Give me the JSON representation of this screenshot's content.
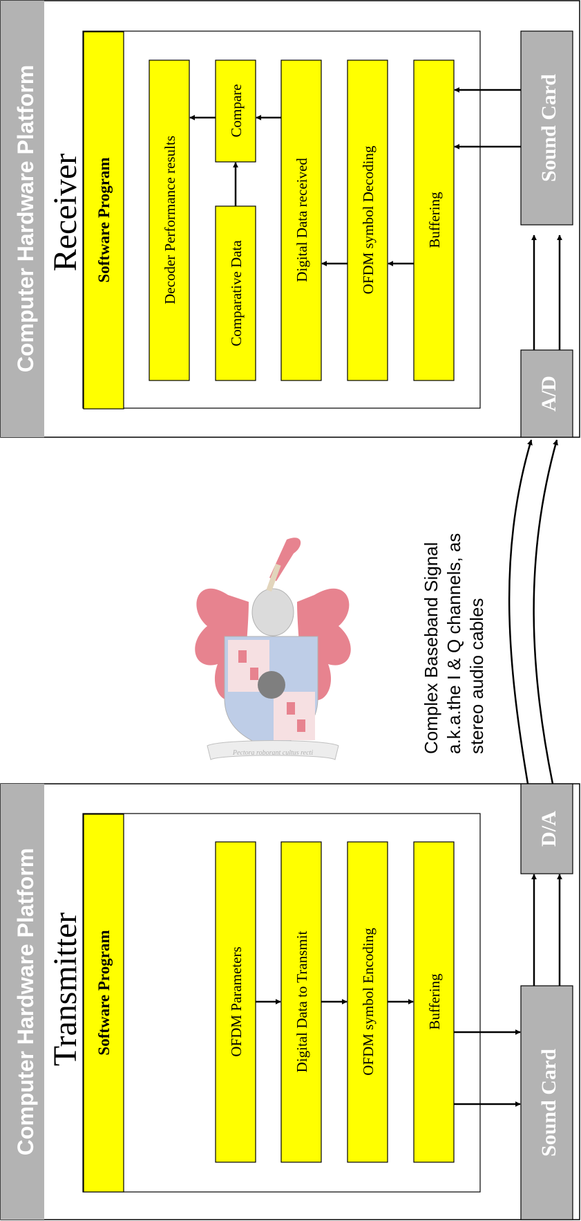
{
  "receiver": {
    "platform_label": "Computer Hardware Platform",
    "title": "Receiver",
    "software_label": "Software Program",
    "blocks": {
      "decoder_results": "Decoder Performance results",
      "comparative_data": "Comparative Data",
      "compare": "Compare",
      "digital_data_received": "Digital Data received",
      "ofdm_decoding": "OFDM symbol Decoding",
      "buffering": "Buffering"
    },
    "sound_card": "Sound Card",
    "converter": "A/D"
  },
  "transmitter": {
    "platform_label": "Computer Hardware Platform",
    "title": "Transmitter",
    "software_label": "Software Program",
    "blocks": {
      "ofdm_parameters": "OFDM Parameters",
      "digital_data_transmit": "Digital Data to Transmit",
      "ofdm_encoding": "OFDM symbol Encoding",
      "buffering": "Buffering"
    },
    "sound_card": "Sound Card",
    "converter": "D/A"
  },
  "channel_label": {
    "line1": "Complex Baseband Signal",
    "line2": "a.k.a.the I & Q channels, as",
    "line3": "stereo audio cables"
  },
  "crest": {
    "motto": "Pectora roborant cultus recti"
  },
  "colors": {
    "block_fill": "#ffff00",
    "platform_fill": "#b3b3b3",
    "platform_text": "#ffffff",
    "crest_red": "#e05a6a",
    "crest_blue": "#a9bde0",
    "crest_tan": "#d9c7a6",
    "line": "#000000"
  }
}
